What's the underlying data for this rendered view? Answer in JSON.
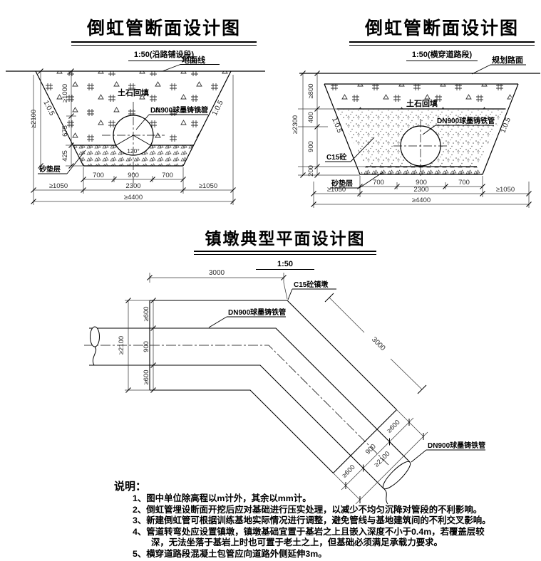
{
  "left_figure": {
    "title": "倒虹管断面设计图",
    "scale": "1:50(沿路铺设段)",
    "labels": {
      "ground_line": "地面线",
      "backfill": "土石回填",
      "pipe": "DN900球墨铸铁管",
      "slope": "1:0.5",
      "bedding_angle": "120°",
      "sand_cushion": "砂垫层"
    },
    "dims": {
      "depth_total": "≥2100",
      "depth_segments": [
        "≥1000",
        "675",
        "425"
      ],
      "width_row1": [
        "700",
        "900",
        "700"
      ],
      "width_row2": [
        "≥1050",
        "2300",
        "≥1050"
      ],
      "width_total": "≥4400"
    }
  },
  "right_figure": {
    "title": "倒虹管断面设计图",
    "scale": "1:50(横穿道路段)",
    "labels": {
      "road_surface": "规划路面",
      "backfill": "土石回填",
      "pipe": "DN900球墨铸铁管",
      "concrete": "C15砼",
      "slope": "1:0.5",
      "sand_cushion": "砂垫层"
    },
    "dims": {
      "depth_total": "≥2300",
      "depth_segments": [
        "≥800",
        "400",
        "900",
        "200"
      ],
      "width_row1": [
        "700",
        "900",
        "700"
      ],
      "width_row2": [
        "≥1050",
        "2300",
        "≥1050"
      ],
      "width_total": "≥4400"
    }
  },
  "plan_figure": {
    "title": "镇墩典型平面设计图",
    "scale": "1:50",
    "labels": {
      "anchor_block": "C15砼镇墩",
      "pipe": "DN900球墨铸铁管"
    },
    "dims": {
      "leg_length": "3000",
      "diagonal_leg_length": "3000",
      "width_segments": [
        "≥600",
        "900",
        "≥600"
      ],
      "width_total": "≥2100",
      "end_segments": [
        "≥600",
        "900",
        "≥600"
      ],
      "end_total": "≥2100"
    }
  },
  "notes": {
    "heading": "说明：",
    "lines": [
      "1、图中单位除高程以m计外，其余以mm计。",
      "2、倒虹管埋设断面开挖后应对基础进行压实处理，以减少不均匀沉降对管段的不利影响。",
      "3、新建倒虹管可根据训练基地实际情况进行调整，避免管线与基地建筑间的不利交叉影响。",
      "4、管道转弯处应设置镇墩，镇墩基础宜置于基岩之上且嵌入深度不小于0.4m，若覆盖层较",
      "深，无法坐落于基岩上时也可置于老土之上，但基础必须满足承载力要求。",
      "5、横穿道路段混凝土包管应向道路外侧延伸3m。"
    ]
  }
}
